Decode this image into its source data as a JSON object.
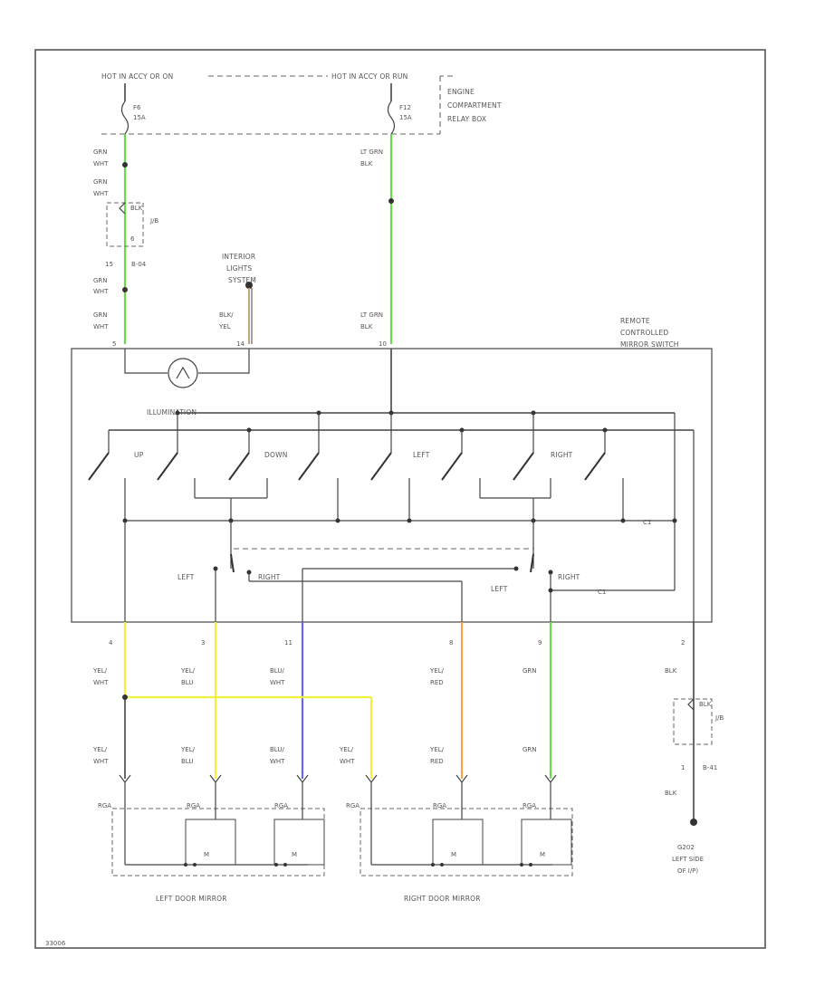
{
  "power": {
    "hot_left": "HOT IN ACCY OR ON",
    "hot_right": "HOT IN ACCY OR RUN",
    "fuse_left_id": "F6",
    "fuse_left_amp": "15A",
    "fuse_right_id": "F12",
    "fuse_right_amp": "15A",
    "relay_box": [
      "ENGINE",
      "COMPARTMENT",
      "RELAY BOX"
    ]
  },
  "wires_top": {
    "left_a": [
      "GRN",
      "WHT"
    ],
    "left_b": [
      "GRN",
      "WHT"
    ],
    "left_c": [
      "GRN",
      "WHT"
    ],
    "left_d": [
      "GRN",
      "WHT"
    ],
    "right_a": [
      "LT GRN",
      "BLK"
    ],
    "right_b": [
      "LT GRN",
      "BLK"
    ],
    "middle": [
      "BLK/",
      "YEL"
    ]
  },
  "connectors": {
    "j_blk_top": "BLK",
    "j_top": "J/B",
    "pin_top": "15",
    "conn_top": "B-04",
    "j_blk_bot": "BLK",
    "j_bot": "J/B",
    "pin_bot": "1",
    "conn_bot": "B-41",
    "ground": [
      "G202",
      "LEFT SIDE",
      "OF I/P)"
    ]
  },
  "interior": [
    "INTERIOR",
    "LIGHTS",
    "SYSTEM"
  ],
  "switch": {
    "title": [
      "REMOTE",
      "CONTROLLED",
      "MIRROR SWITCH"
    ],
    "illumination": "ILLUMINATION",
    "up": "UP",
    "down": "DOWN",
    "left": "LEFT",
    "right": "RIGHT",
    "sel_left": "LEFT",
    "sel_right": "RIGHT",
    "sel_left2": "LEFT",
    "sel_right2": "RIGHT",
    "pin_top1": "5",
    "pin_top2": "14",
    "pin_top3": "10"
  },
  "pins_bottom": [
    "4",
    "3",
    "11",
    "8",
    "9",
    "2"
  ],
  "wires_mid": [
    [
      "YEL/",
      "WHT"
    ],
    [
      "YEL/",
      "BLU"
    ],
    [
      "BLU/",
      "WHT"
    ],
    [
      "YEL/",
      "RED"
    ],
    [
      "GRN"
    ],
    [
      "BLK"
    ]
  ],
  "wires_low": [
    [
      "YEL/",
      "WHT"
    ],
    [
      "YEL/",
      "BLU"
    ],
    [
      "BLU/",
      "WHT"
    ],
    [
      "YEL/",
      "WHT"
    ],
    [
      "YEL/",
      "RED"
    ],
    [
      "GRN"
    ]
  ],
  "mirror_pins": [
    "RGA",
    "RGA",
    "RGA",
    "RGA",
    "RGA",
    "RGA"
  ],
  "mirrors": {
    "left": "LEFT DOOR MIRROR",
    "right": "RIGHT DOOR MIRROR"
  },
  "footer": "33006"
}
